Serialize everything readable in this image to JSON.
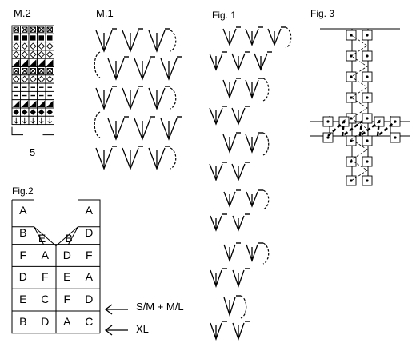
{
  "labels": {
    "m2": "M.2",
    "m1": "M.1",
    "fig1": "Fig. 1",
    "fig3": "Fig. 3",
    "fig2": "Fig.2",
    "m2_repeat": "5",
    "arrow_top": "S/M + M/L",
    "arrow_bottom": "XL"
  },
  "fig2_grid": {
    "rows": [
      [
        "A",
        "",
        "",
        "A"
      ],
      [
        "B",
        "E",
        "B",
        "D"
      ],
      [
        "F",
        "A",
        "D",
        "F"
      ],
      [
        "D",
        "F",
        "E",
        "A"
      ],
      [
        "E",
        "C",
        "F",
        "D"
      ],
      [
        "B",
        "D",
        "A",
        "C"
      ]
    ]
  },
  "m2_symbols": [
    "cross-box",
    "filled-square",
    "diamond-outline",
    "diamond-outline",
    "filled-triangle",
    "cross-box",
    "diamond-outline",
    "dash",
    "dash",
    "filled-triangle",
    "filled-diamond",
    "down-arrow"
  ]
}
